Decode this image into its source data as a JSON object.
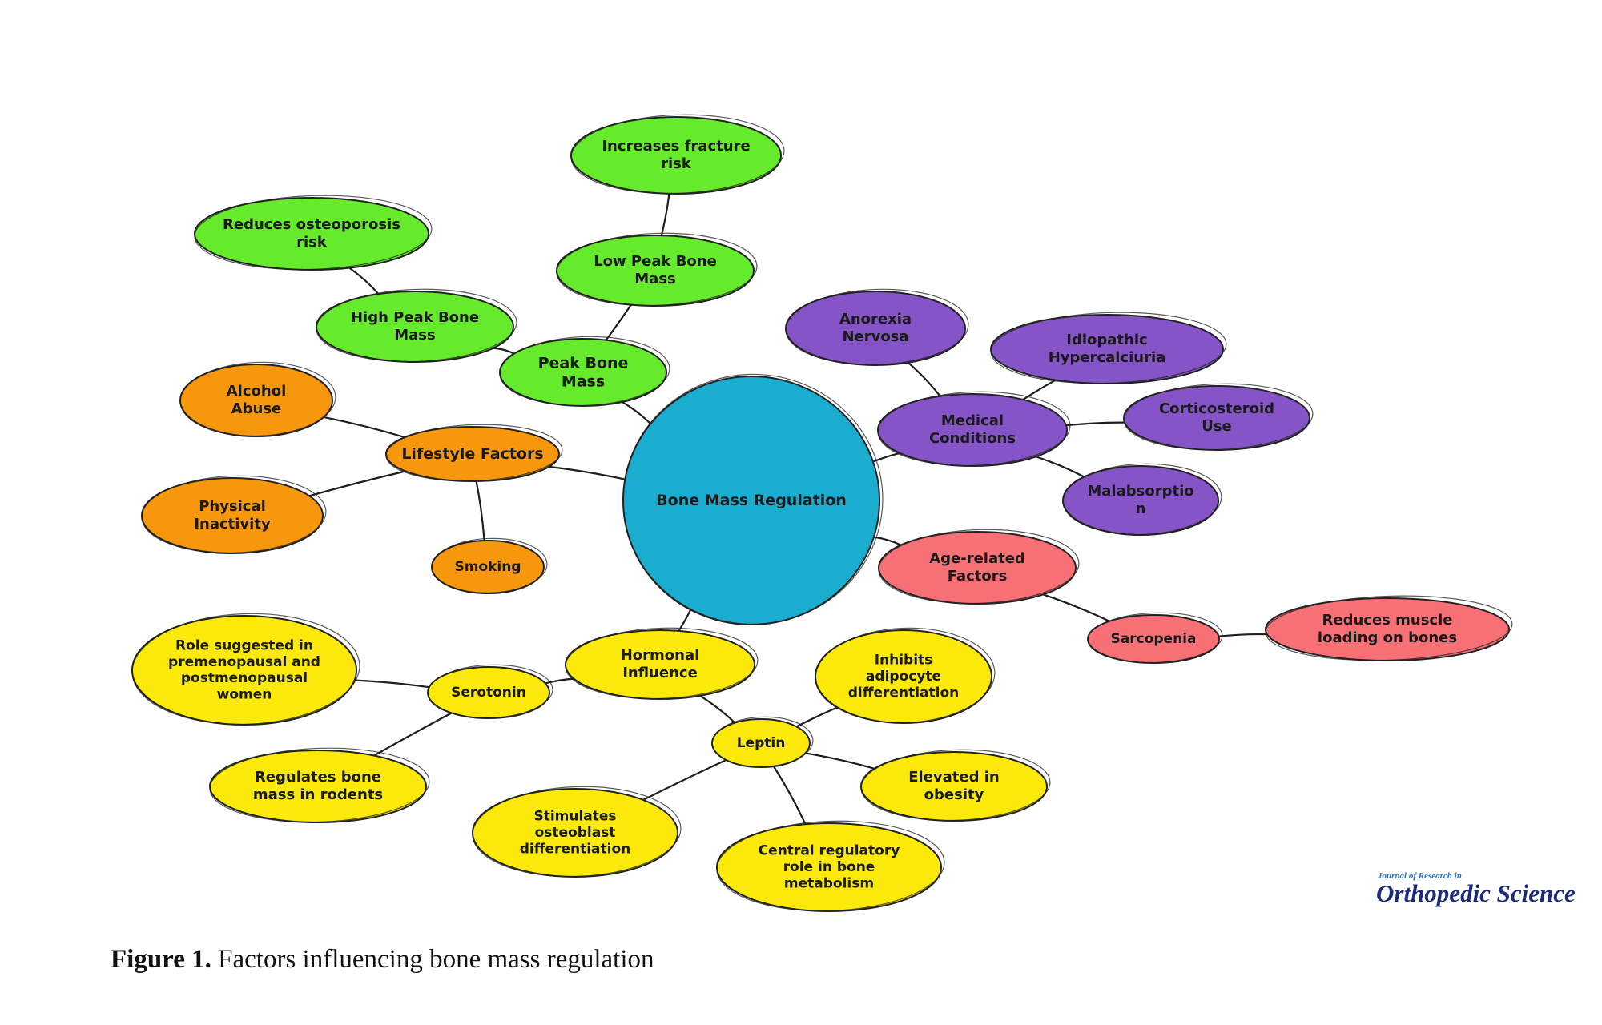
{
  "diagram": {
    "center": {
      "id": "center",
      "label": [
        "Bone Mass Regulation"
      ],
      "color": "#1aadcf"
    },
    "branches": [
      {
        "id": "peak",
        "label": [
          "Peak Bone",
          "Mass"
        ],
        "color": "#66ea2c"
      },
      {
        "id": "high_peak",
        "label": [
          "High Peak Bone",
          "Mass"
        ],
        "color": "#66ea2c"
      },
      {
        "id": "low_peak",
        "label": [
          "Low Peak Bone",
          "Mass"
        ],
        "color": "#66ea2c"
      },
      {
        "id": "reduces_osteo",
        "label": [
          "Reduces osteoporosis",
          "risk"
        ],
        "color": "#66ea2c"
      },
      {
        "id": "increases_fracture",
        "label": [
          "Increases fracture",
          "risk"
        ],
        "color": "#66ea2c"
      },
      {
        "id": "lifestyle",
        "label": [
          "Lifestyle Factors"
        ],
        "color": "#f7970e"
      },
      {
        "id": "alcohol",
        "label": [
          "Alcohol",
          "Abuse"
        ],
        "color": "#f7970e"
      },
      {
        "id": "physical",
        "label": [
          "Physical",
          "Inactivity"
        ],
        "color": "#f7970e"
      },
      {
        "id": "smoking",
        "label": [
          "Smoking"
        ],
        "color": "#f7970e"
      },
      {
        "id": "medical",
        "label": [
          "Medical",
          "Conditions"
        ],
        "color": "#8554c6"
      },
      {
        "id": "anorexia",
        "label": [
          "Anorexia",
          "Nervosa"
        ],
        "color": "#8554c6"
      },
      {
        "id": "idiopathic",
        "label": [
          "Idiopathic",
          "Hypercalciuria"
        ],
        "color": "#8554c6"
      },
      {
        "id": "corticosteroid",
        "label": [
          "Corticosteroid",
          "Use"
        ],
        "color": "#8554c6"
      },
      {
        "id": "malabsorption",
        "label": [
          "Malabsorptio",
          "n"
        ],
        "color": "#8554c6"
      },
      {
        "id": "age",
        "label": [
          "Age-related",
          "Factors"
        ],
        "color": "#f77076"
      },
      {
        "id": "sarcopenia",
        "label": [
          "Sarcopenia"
        ],
        "color": "#f77076"
      },
      {
        "id": "reduces_muscle",
        "label": [
          "Reduces muscle",
          "loading on bones"
        ],
        "color": "#f77076"
      },
      {
        "id": "hormonal",
        "label": [
          "Hormonal",
          "Influence"
        ],
        "color": "#fbe90c"
      },
      {
        "id": "serotonin",
        "label": [
          "Serotonin"
        ],
        "color": "#fbe90c"
      },
      {
        "id": "role_suggested",
        "label": [
          "Role suggested in",
          "premenopausal and",
          "postmenopausal",
          "women"
        ],
        "color": "#fbe90c"
      },
      {
        "id": "regulates_bone",
        "label": [
          "Regulates bone",
          "mass in rodents"
        ],
        "color": "#fbe90c"
      },
      {
        "id": "leptin",
        "label": [
          "Leptin"
        ],
        "color": "#fbe90c"
      },
      {
        "id": "inhibits",
        "label": [
          "Inhibits",
          "adipocyte",
          "differentiation"
        ],
        "color": "#fbe90c"
      },
      {
        "id": "elevated",
        "label": [
          "Elevated in",
          "obesity"
        ],
        "color": "#fbe90c"
      },
      {
        "id": "central_role",
        "label": [
          "Central regulatory",
          "role in bone",
          "metabolism"
        ],
        "color": "#fbe90c"
      },
      {
        "id": "stimulates",
        "label": [
          "Stimulates",
          "osteoblast",
          "differentiation"
        ],
        "color": "#fbe90c"
      }
    ],
    "edges": [
      [
        "center",
        "peak"
      ],
      [
        "peak",
        "high_peak"
      ],
      [
        "peak",
        "low_peak"
      ],
      [
        "high_peak",
        "reduces_osteo"
      ],
      [
        "low_peak",
        "increases_fracture"
      ],
      [
        "center",
        "lifestyle"
      ],
      [
        "lifestyle",
        "alcohol"
      ],
      [
        "lifestyle",
        "physical"
      ],
      [
        "lifestyle",
        "smoking"
      ],
      [
        "center",
        "medical"
      ],
      [
        "medical",
        "anorexia"
      ],
      [
        "medical",
        "idiopathic"
      ],
      [
        "medical",
        "corticosteroid"
      ],
      [
        "medical",
        "malabsorption"
      ],
      [
        "center",
        "age"
      ],
      [
        "age",
        "sarcopenia"
      ],
      [
        "sarcopenia",
        "reduces_muscle"
      ],
      [
        "center",
        "hormonal"
      ],
      [
        "hormonal",
        "serotonin"
      ],
      [
        "serotonin",
        "role_suggested"
      ],
      [
        "serotonin",
        "regulates_bone"
      ],
      [
        "hormonal",
        "leptin"
      ],
      [
        "leptin",
        "inhibits"
      ],
      [
        "leptin",
        "elevated"
      ],
      [
        "leptin",
        "central_role"
      ],
      [
        "leptin",
        "stimulates"
      ]
    ]
  },
  "caption": {
    "label": "Figure 1.",
    "text": " Factors influencing bone mass regulation"
  },
  "logo": {
    "small": "Journal of Research in",
    "big": "Orthopedic Science"
  }
}
